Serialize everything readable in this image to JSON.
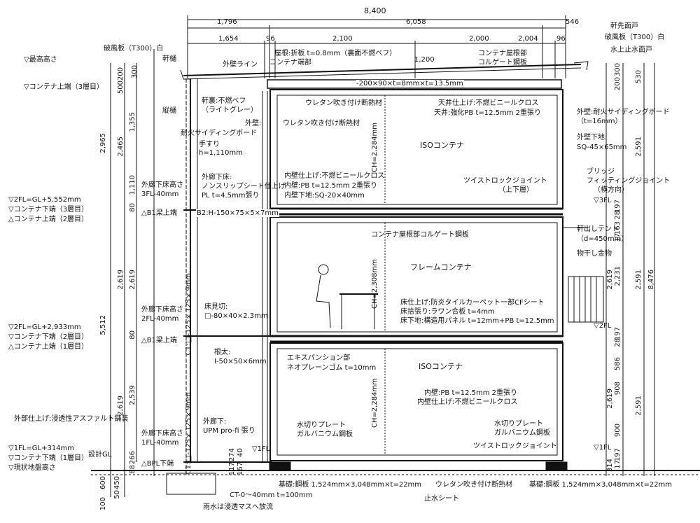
{
  "top_dims": {
    "total": "8,400",
    "row2": [
      "1,796",
      "6,058",
      "546"
    ],
    "row3": [
      "1,654",
      "96",
      "2,100",
      "2,000",
      "2,004",
      "96"
    ],
    "extra": "1,200"
  },
  "left_levels": [
    "▽最高高さ",
    "▽コンテナ上端（3層目）",
    "▽2FL=GL+5,552mm",
    "▽コンテナ下端（3層目）",
    "△コンテナ上端（2層目）",
    "△B1梁上端",
    "▽2FL=GL+2,933mm",
    "▽コンテナ下端（2層目）",
    "△コンテナ上端（1層目）",
    "△B1梁上端",
    "外部仕上げ:浸透性アスファルト舗装",
    "▽1FL=GL+314mm",
    "▽コンテナ下端（1層目）",
    "▽現状地盤高さ",
    "設計GL",
    "△BPL下端"
  ],
  "left_dims_outer": [
    "300",
    "200",
    "500",
    "2,965",
    "5,512",
    "600",
    "100",
    "50",
    "450"
  ],
  "left_dims_mid": [
    "1,355",
    "2,465",
    "1,110",
    "80",
    "2,619",
    "2,619",
    "80",
    "2,539",
    "2,619",
    "266",
    "88"
  ],
  "right_dims": [
    "200",
    "300",
    "530",
    "2,591",
    "197",
    "28",
    "163",
    "17",
    "2,231",
    "2,619",
    "2,591",
    "8,476",
    "197",
    "28",
    "586",
    "908",
    "2,619",
    "2,591",
    "900",
    "197",
    "314",
    "17"
  ],
  "right_levels": [
    "▽3FL",
    "▽2FL",
    "▽1FL"
  ],
  "annotations": {
    "hafuita_l": "破風板（T300）白",
    "nokidoi": "軒樋",
    "tatedoi": "縦樋",
    "gaiheki_line": "外壁ライン",
    "container_end": "コンテナ端部",
    "yane": "屋根:折板 t=0.8mm（裏面不燃ベフ）",
    "container_roof": "コンテナ屋根部",
    "corrugate": "コルゲート鋼板",
    "nokisaki": "軒先面戸",
    "hafuita_r": "破風板（T300）白",
    "mizukami": "水上止水面戸",
    "beam_top": "-200×90×t=8mm×t=13.5mm",
    "nokiura": "軒裏:不燃ベフ",
    "nokiura2": "（ライトグレー）",
    "urethane1": "ウレタン吹き付け断熱材",
    "urethane2": "ウレタン吹き付け断熱材",
    "tenjo1": "天井仕上げ:不燃ビニールクロス",
    "tenjo2": "天井:強化PB t=12.5mm 2重張り",
    "gaiheki_r1": "外壁:耐火サイディングボード",
    "gaiheki_r2": "（t=16mm）",
    "gaiheki_shita1": "外壁下地:",
    "gaiheki_shita2": "SQ-45×65mm",
    "gaiheki_l1": "外壁:",
    "gaiheki_l2": "耐火サイディングボード",
    "tesuri1": "手すり",
    "tesuri2": "h=1,110mm",
    "ch_top": "CH=2,284mm",
    "iso_top": "ISOコンテナ",
    "gairo_yuka1": "外廊下床:",
    "gairo_yuka2": "ノンスリップシート仕上げ",
    "gairo_yuka3": "PL t=4.5mm張り",
    "naiheki1": "内壁仕上げ:不燃ビニールクロス",
    "naiheki2": "内壁:PB t=12.5mm 2重張り",
    "naiheki3": "内壁下地:SQ-20×40mm",
    "twist_top1": "ツイストロックジョイント",
    "twist_top2": "（上下層）",
    "bridge1": "ブリッジ",
    "bridge2": "フィッティングジョイント",
    "bridge3": "（横方向）",
    "gairo_high3": "外廊下床高さ",
    "gairo_high3b": "3FL-40mm",
    "b2": "B2:H-150×75×5×7mm",
    "container_roof_mid": "コンテナ屋根部コルゲート鋼板",
    "nokide1": "軒出しテント",
    "nokide2": "（d=450mm）",
    "monohoshi": "物干し金物",
    "frame": "フレームコンテナ",
    "ch_mid": "CH=2,308mm",
    "yuka1": "床仕上げ:防炎タイルカーペット一部CFシート",
    "yuka2": "床捨張り:ラワン合板 t=4mm",
    "yuka3": "床下地:構造用パネル t=12mm+PB t=12.5mm",
    "c1_upper": "C1:□-125×125×9mm",
    "yukami1": "床見切:",
    "yukami2": "□-80×40×2.3mm",
    "gairo_high2": "外廊下床高さ",
    "gairo_high2b": "2FL-40mm",
    "neda1": "根太:",
    "neda2": "I-50×50×6mm",
    "expansion1": "エキスパンション部",
    "expansion2": "ネオプレーンゴム t=10mm",
    "iso_bot": "ISOコンテナ",
    "ch_bot": "CH=2,284mm",
    "naiheki_b1": "内壁:PB t=12.5mm 2重張り",
    "naiheki_b2": "内壁仕上げ:不燃ビニールクロス",
    "c1_lower": "C1:□-125×125×9mm",
    "gairo1": "外廊下:",
    "gairo2": "UPM pro-fi 張り",
    "gairo_high1": "外廊下床高さ",
    "gairo_high1b": "1FL-40mm",
    "mizukiri_l1": "水切りプレート",
    "mizukiri_l2": "ガルバニウム鋼板",
    "mizukiri_r1": "水切りプレート",
    "mizukiri_r2": "ガルバニウム鋼板",
    "twist_bot": "ツイストロックジョイント",
    "fl1_mark": "▽1FL",
    "kiso_l": "基礎:鋼板 1,524mm×3,048mm×t=22mm",
    "kiso_r": "基礎:鋼板 1,524mm×3,048mm×t=22mm",
    "ct": "CT-0～40mm t=100mm",
    "amamizu": "雨水は浸透マスへ放流",
    "urethane_bot": "ウレタン吹き付け断熱材",
    "shisui": "止水シート",
    "small_dims": [
      "117",
      "167",
      "40",
      "274"
    ]
  }
}
